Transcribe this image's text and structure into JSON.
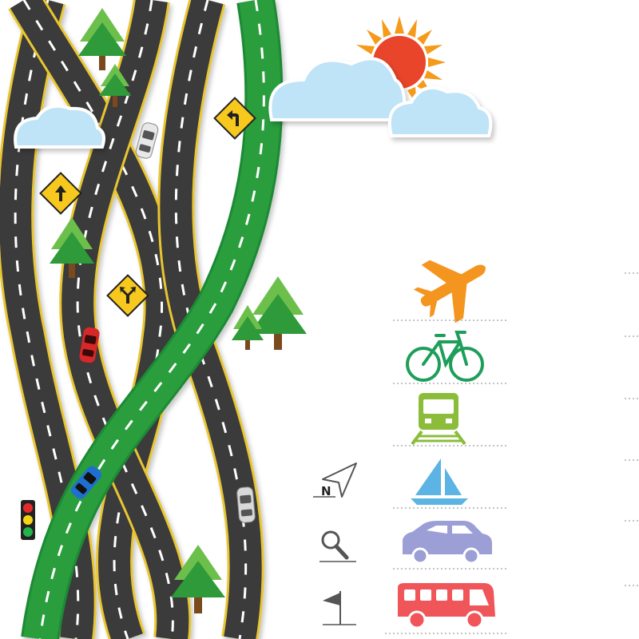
{
  "scene": {
    "compass_letter": "N"
  },
  "colors": {
    "road_asphalt": "#3a3a3a",
    "road_edge_yellow": "#e8c531",
    "road_dash_white": "#ffffff",
    "road_green": "#2a9d3e",
    "tree_light": "#6dbf4b",
    "tree_dark": "#2f9a3a",
    "trunk": "#7a4a1e",
    "sign_yellow": "#f7c81e",
    "cloud_blue": "#bfe3f7",
    "sun_orange": "#f59a1a",
    "sun_red": "#e8452a",
    "airplane": "#f4951f",
    "bicycle": "#1e9e5a",
    "train": "#8bbd3a",
    "sailboat": "#5bb4e3",
    "car": "#9b9fd6",
    "bus": "#f0555a",
    "ui_icons": "#555555"
  },
  "icons": {
    "transport": [
      "airplane-icon",
      "bicycle-icon",
      "train-icon",
      "sailboat-icon",
      "car-icon",
      "bus-icon"
    ],
    "ui": [
      "navigation-arrow-icon",
      "magnifier-icon",
      "flag-icon"
    ],
    "road_signs": [
      "arrow-up-sign",
      "turn-left-sign",
      "fork-sign"
    ],
    "traffic_light_lamps": [
      "red",
      "yellow",
      "green"
    ]
  }
}
